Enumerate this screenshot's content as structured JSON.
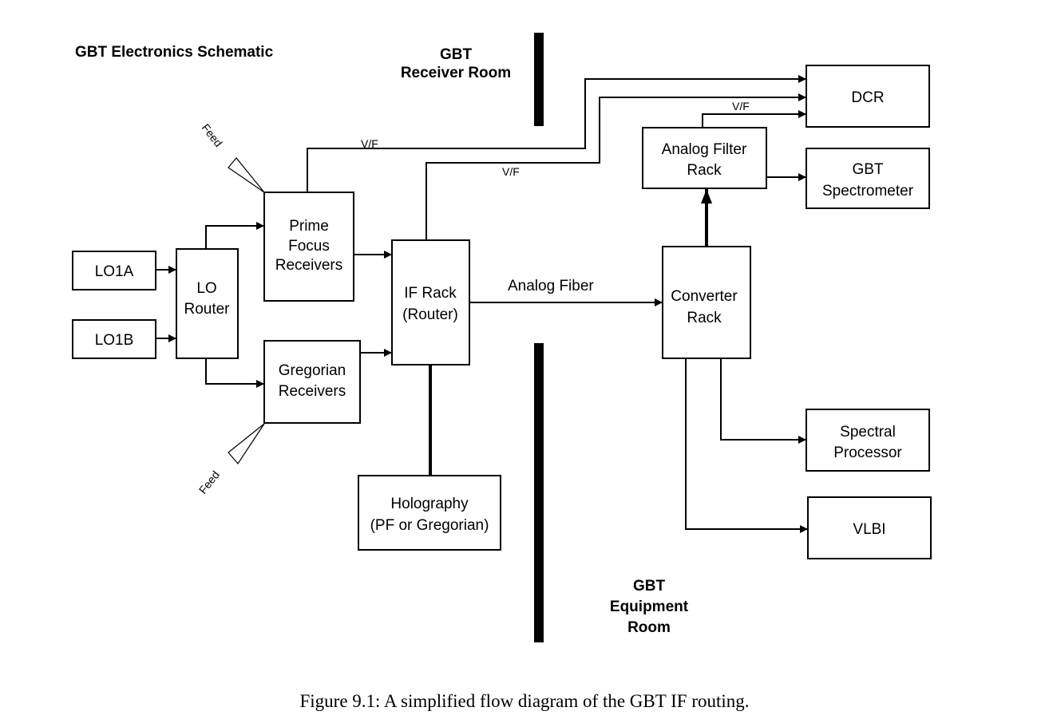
{
  "title": "GBT Electronics Schematic",
  "rooms": {
    "receiver": [
      "GBT",
      "Receiver Room"
    ],
    "equipment": [
      "GBT",
      "Equipment",
      "Room"
    ]
  },
  "boxes": {
    "lo1a": [
      "LO1A"
    ],
    "lo1b": [
      "LO1B"
    ],
    "lo_router": [
      "LO",
      "Router"
    ],
    "prime_focus": [
      "Prime",
      "Focus",
      "Receivers"
    ],
    "gregorian": [
      "Gregorian",
      "Receivers"
    ],
    "if_rack": [
      "IF Rack",
      "(Router)"
    ],
    "holography": [
      "Holography",
      "(PF or Gregorian)"
    ],
    "converter": [
      "Converter",
      "Rack"
    ],
    "analog_filter": [
      "Analog Filter",
      "Rack"
    ],
    "dcr": [
      "DCR"
    ],
    "spectrometer": [
      "GBT",
      "Spectrometer"
    ],
    "spectral_processor": [
      "Spectral",
      "Processor"
    ],
    "vlbi": [
      "VLBI"
    ]
  },
  "edge_labels": {
    "vf_prime": "V/F",
    "vf_if": "V/F",
    "vf_filter": "V/F",
    "analog_fiber": "Analog Fiber"
  },
  "feeds": {
    "top": "Feed",
    "bottom": "Feed"
  },
  "caption": "Figure 9.1: A simplified flow diagram of the GBT IF routing."
}
